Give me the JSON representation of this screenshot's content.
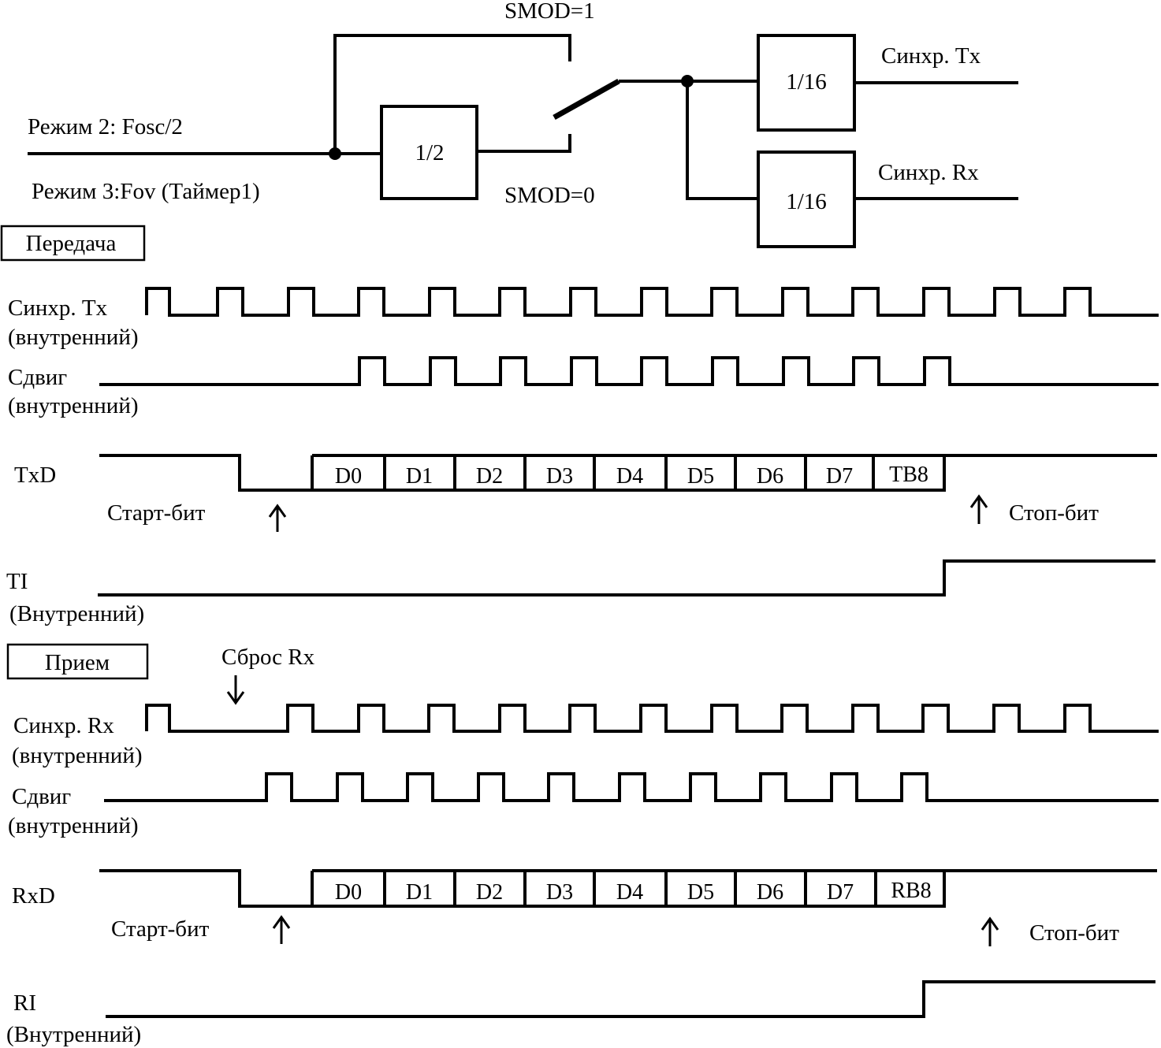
{
  "block": {
    "input_mode2": "Режим 2: Fosc/2",
    "input_mode3": "Режим 3:Fov (Таймер1)",
    "smod1": "SMOD=1",
    "smod0": "SMOD=0",
    "div2": "1/2",
    "div16_tx": "1/16",
    "div16_rx": "1/16",
    "out_tx": "Синхр. Tx",
    "out_rx": "Синхр. Rx"
  },
  "transmit": {
    "section": "Передача",
    "clk_label": "Синхр. Tx",
    "clk_sub": "(внутренний)",
    "shift_label": "Сдвиг",
    "shift_sub": "(внутренний)",
    "data_label": "TxD",
    "start_bit": "Старт-бит",
    "stop_bit": "Стоп-бит",
    "bits": [
      "D0",
      "D1",
      "D2",
      "D3",
      "D4",
      "D5",
      "D6",
      "D7",
      "TB8"
    ],
    "flag_label": "TI",
    "flag_sub": "(Внутренний)"
  },
  "receive": {
    "section": "Прием",
    "reset": "Сброс Rx",
    "clk_label": "Синхр. Rx",
    "clk_sub": "(внутренний)",
    "shift_label": "Сдвиг",
    "shift_sub": "(внутренний)",
    "data_label": "RxD",
    "start_bit": "Старт-бит",
    "stop_bit": "Стоп-бит",
    "bits": [
      "D0",
      "D1",
      "D2",
      "D3",
      "D4",
      "D5",
      "D6",
      "D7",
      "RB8"
    ],
    "flag_label": "RI",
    "flag_sub": "(Внутренний)"
  }
}
